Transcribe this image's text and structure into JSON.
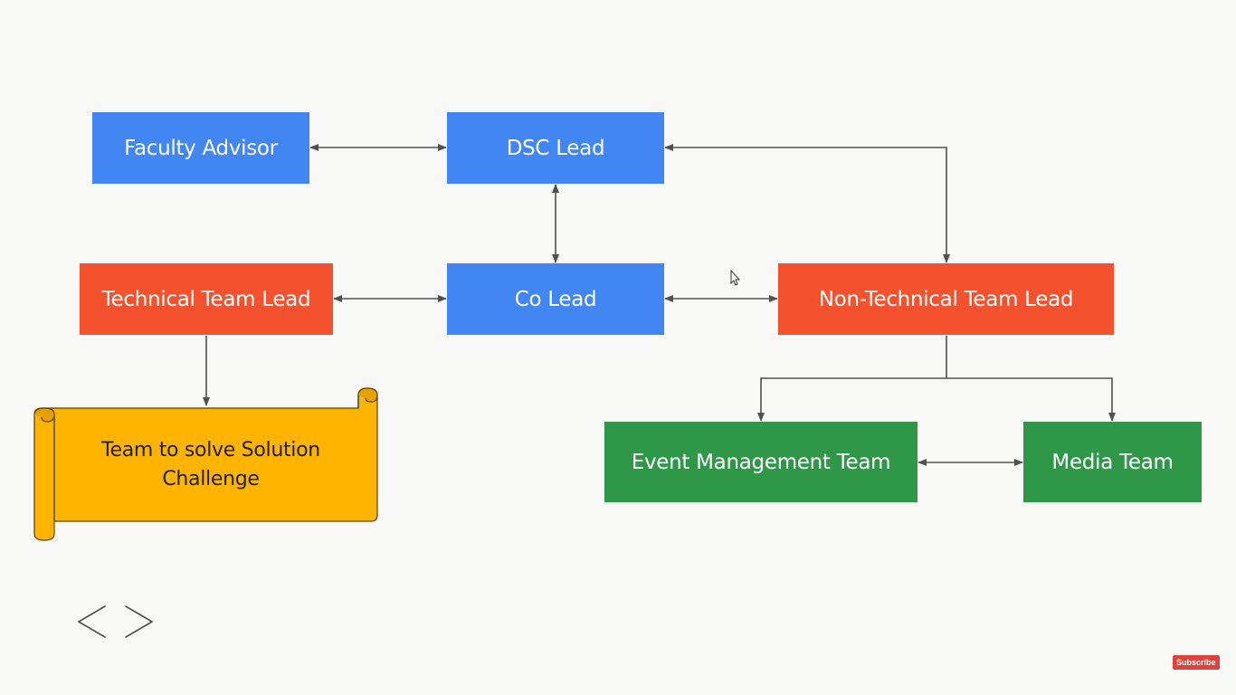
{
  "nodes": {
    "faculty_advisor": "Faculty Advisor",
    "dsc_lead": "DSC Lead",
    "technical_team_lead": "Technical Team Lead",
    "co_lead": "Co Lead",
    "non_technical_team_lead": "Non-Technical Team Lead",
    "event_management_team": "Event Management Team",
    "media_team": "Media Team"
  },
  "scroll": {
    "line1": "Team to solve Solution",
    "line2": "Challenge"
  },
  "edges": [
    {
      "from": "faculty_advisor",
      "to": "dsc_lead",
      "type": "bidirectional"
    },
    {
      "from": "dsc_lead",
      "to": "co_lead",
      "type": "bidirectional"
    },
    {
      "from": "technical_team_lead",
      "to": "co_lead",
      "type": "bidirectional"
    },
    {
      "from": "co_lead",
      "to": "non_technical_team_lead",
      "type": "bidirectional"
    },
    {
      "from": "non_technical_team_lead",
      "to": "dsc_lead",
      "type": "bidirectional"
    },
    {
      "from": "technical_team_lead",
      "to": "scroll",
      "type": "directed"
    },
    {
      "from": "non_technical_team_lead",
      "to": "event_management_team",
      "type": "directed"
    },
    {
      "from": "non_technical_team_lead",
      "to": "media_team",
      "type": "directed"
    },
    {
      "from": "event_management_team",
      "to": "media_team",
      "type": "bidirectional"
    }
  ],
  "colors": {
    "lead": "#4286f4",
    "team_lead": "#f4522f",
    "team": "#2f9848",
    "scroll": "#ffb400",
    "background": "#f8f8f7"
  },
  "logo": {
    "name": "developer-student-clubs-logo"
  },
  "overlay": {
    "subscribe": "Subscribe"
  }
}
